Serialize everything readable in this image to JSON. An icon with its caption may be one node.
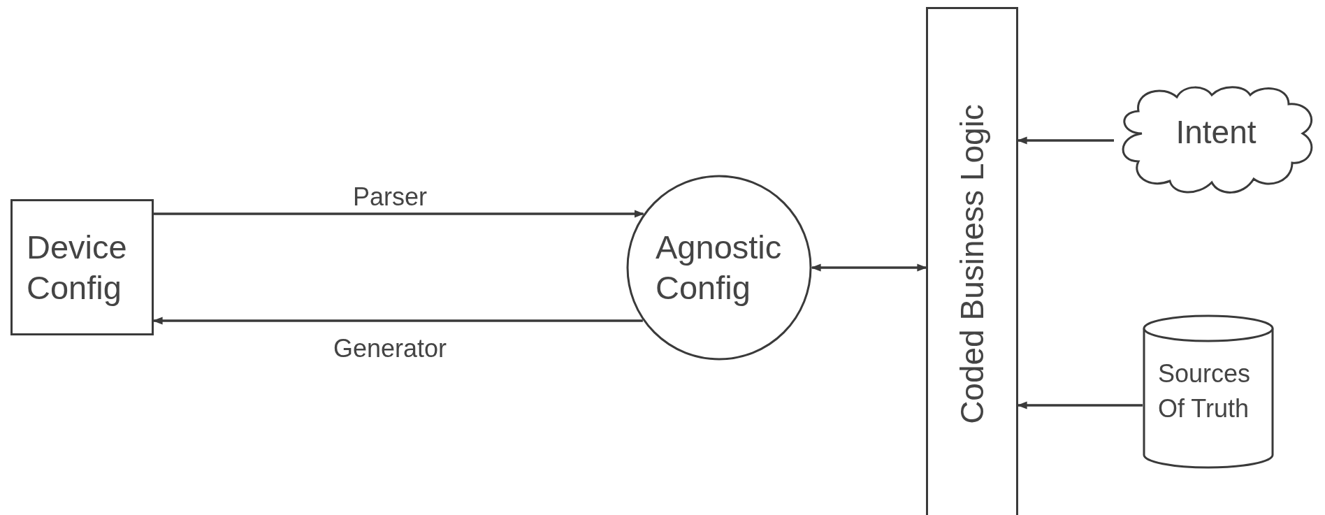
{
  "diagram": {
    "nodes": [
      {
        "text": [
          "Device Config"
        ]
      },
      {
        "text": [
          "Agnostic Config"
        ]
      },
      {
        "text": [
          "Coded Business Logic"
        ]
      },
      {
        "text": [
          "Intent"
        ]
      },
      {
        "text": [
          "Sources Of Truth"
        ]
      }
    ],
    "edges": [
      {
        "from": 0,
        "to": 1,
        "arrow": "to",
        "label": "Parser"
      },
      {
        "from": 1,
        "to": 0,
        "arrow": "to",
        "label": "Generator"
      },
      {
        "from": 1,
        "to": 2,
        "arrow": "both"
      },
      {
        "from": 3,
        "to": 2,
        "arrow": "to"
      },
      {
        "from": 4,
        "to": 2,
        "arrow": "to"
      }
    ]
  }
}
